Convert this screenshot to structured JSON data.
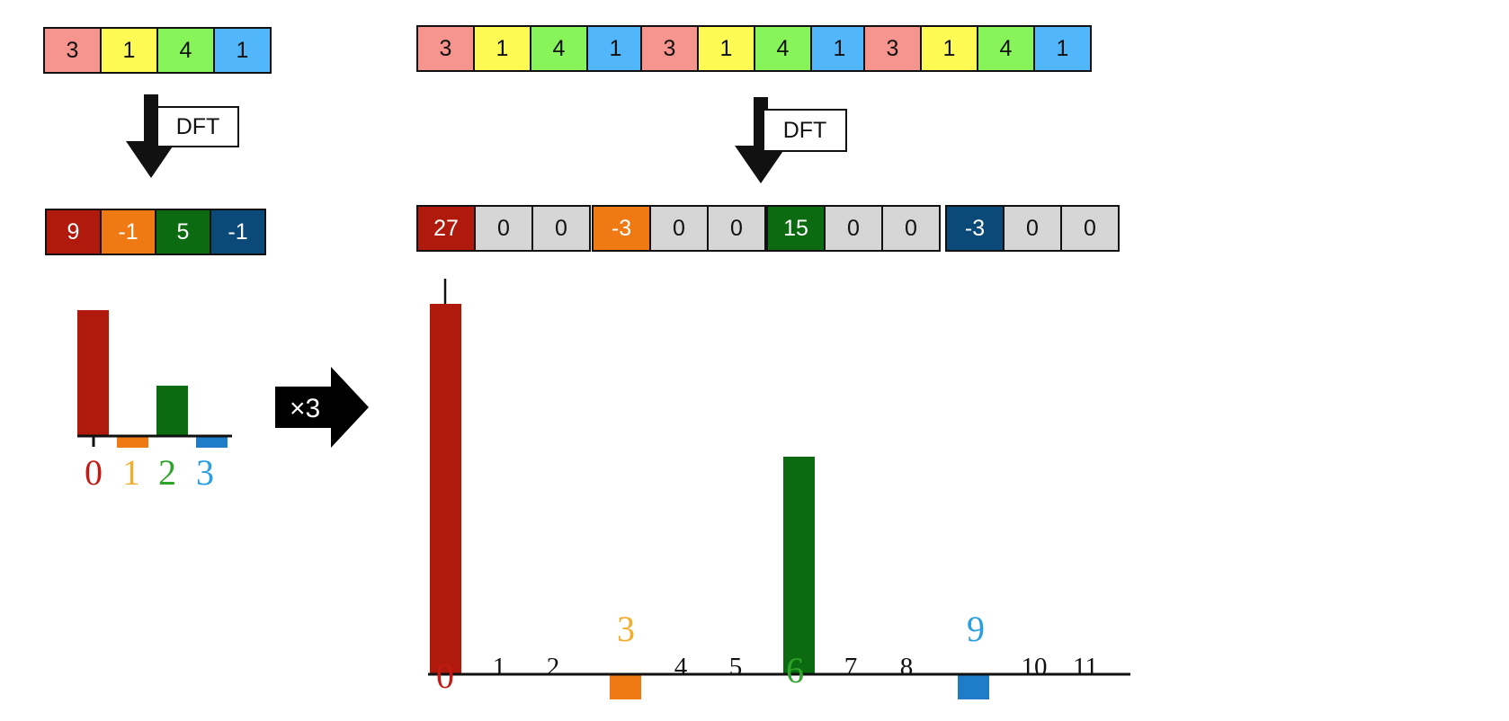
{
  "colors": {
    "salmon": "#f6958e",
    "yellow": "#fdfb53",
    "lightgreen": "#87f55a",
    "lightblue": "#52b6fa",
    "darkred": "#b01a0c",
    "orange": "#ef7912",
    "darkgreen": "#0c6a10",
    "navy": "#0b4a78",
    "gray": "#d6d6d6",
    "axis_orange": "#f1ae2d",
    "axis_green": "#2ea52a",
    "axis_blue": "#2a9ee0",
    "bar_blue": "#1f7cc6"
  },
  "left": {
    "input": [
      "3",
      "1",
      "4",
      "1"
    ],
    "dft_label": "DFT",
    "output": [
      "9",
      "-1",
      "5",
      "-1"
    ],
    "axis_labels": [
      "0",
      "1",
      "2",
      "3"
    ]
  },
  "multiplier_label": "×3",
  "right": {
    "input": [
      "3",
      "1",
      "4",
      "1",
      "3",
      "1",
      "4",
      "1",
      "3",
      "1",
      "4",
      "1"
    ],
    "dft_label": "DFT",
    "output": [
      "27",
      "0",
      "0",
      "-3",
      "0",
      "0",
      "15",
      "0",
      "0",
      "-3",
      "0",
      "0"
    ],
    "axis_labels": [
      "0",
      "1",
      "2",
      "3",
      "4",
      "5",
      "6",
      "7",
      "8",
      "9",
      "10",
      "11"
    ]
  },
  "chart_data": [
    {
      "type": "bar",
      "categories": [
        "0",
        "1",
        "2",
        "3"
      ],
      "values": [
        9,
        -1,
        5,
        -1
      ]
    },
    {
      "type": "bar",
      "categories": [
        "0",
        "1",
        "2",
        "3",
        "4",
        "5",
        "6",
        "7",
        "8",
        "9",
        "10",
        "11"
      ],
      "values": [
        27,
        0,
        0,
        -3,
        0,
        0,
        15,
        0,
        0,
        -3,
        0,
        0
      ]
    }
  ]
}
